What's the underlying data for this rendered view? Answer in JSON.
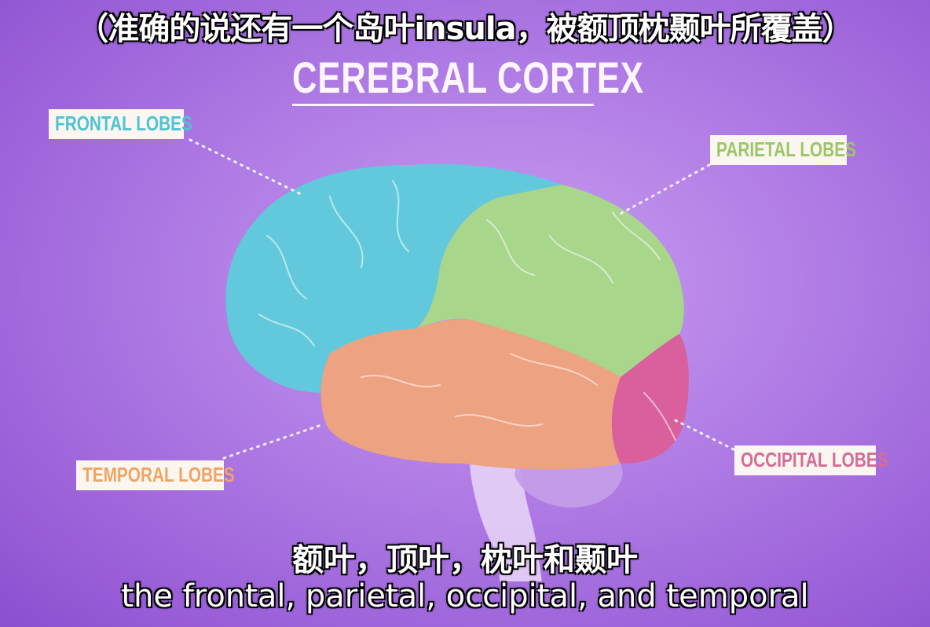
{
  "subtitles": {
    "top_note": "（准确的说还有一个岛叶insula，被额顶枕颞叶所覆盖）",
    "chinese": "额叶，顶叶，枕叶和颞叶",
    "english": "the frontal, parietal, occipital, and temporal"
  },
  "diagram": {
    "title": "CEREBRAL CORTEX",
    "labels": {
      "frontal": "FRONTAL LOBES",
      "parietal": "PARIETAL LOBES",
      "temporal": "TEMPORAL LOBES",
      "occipital": "OCCIPITAL LOBES"
    }
  },
  "colors": {
    "frontal": "#62c9dc",
    "parietal": "#a8d68a",
    "temporal": "#eda282",
    "occipital": "#d9609c",
    "cerebellum": "#c49de8",
    "brainstem": "#e6d2f6"
  }
}
